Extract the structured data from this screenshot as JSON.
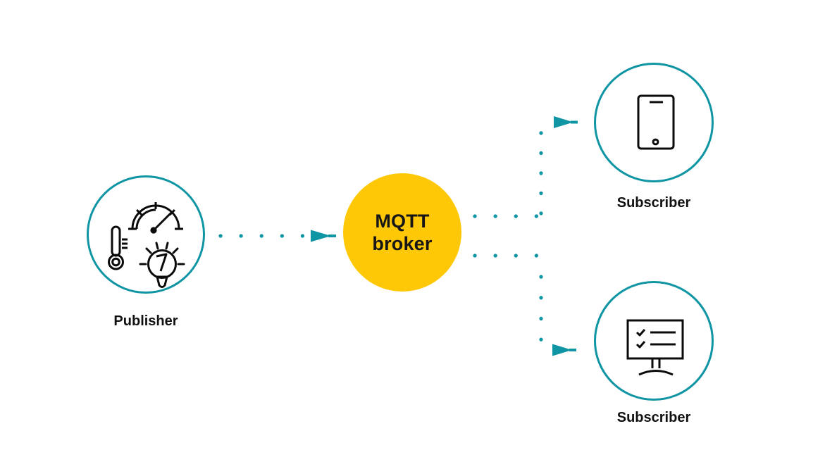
{
  "colors": {
    "teal": "#0f95a3",
    "yellow": "#ffc807",
    "icon": "#0b0b0b",
    "label": "#111111",
    "background": "#ffffff"
  },
  "nodes": {
    "publisher": {
      "label": "Publisher",
      "icons": [
        "gauge-icon",
        "thermometer-icon",
        "lightbulb-icon"
      ]
    },
    "broker": {
      "label_line1": "MQTT",
      "label_line2": "broker"
    },
    "subscriber_top": {
      "label": "Subscriber",
      "icons": [
        "smartphone-icon"
      ]
    },
    "subscriber_bottom": {
      "label": "Subscriber",
      "icons": [
        "monitor-checklist-icon"
      ]
    }
  },
  "connections": [
    {
      "from": "publisher",
      "to": "broker",
      "style": "dotted-arrow"
    },
    {
      "from": "broker",
      "to": "subscriber_top",
      "style": "dotted-arrow"
    },
    {
      "from": "broker",
      "to": "subscriber_bottom",
      "style": "dotted-arrow"
    }
  ]
}
